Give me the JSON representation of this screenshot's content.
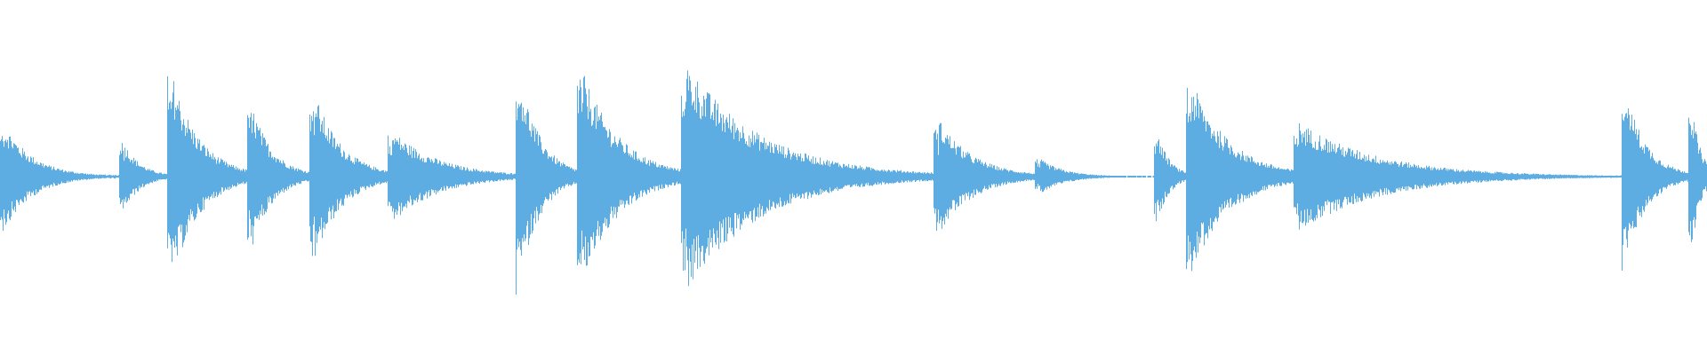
{
  "waveform": {
    "color": "#5dade2",
    "background": "#ffffff",
    "transients": [
      {
        "t": 0.0,
        "amp": 0.5,
        "decay": 95,
        "tail": 0.42
      },
      {
        "t": 0.07,
        "amp": 0.37,
        "decay": 55,
        "tail": 0.3
      },
      {
        "t": 0.098,
        "amp": 1.0,
        "decay": 90,
        "tail": 0.4
      },
      {
        "t": 0.145,
        "amp": 0.72,
        "decay": 70,
        "tail": 0.38
      },
      {
        "t": 0.181,
        "amp": 0.82,
        "decay": 90,
        "tail": 0.4
      },
      {
        "t": 0.227,
        "amp": 0.42,
        "decay": 150,
        "tail": 0.3
      },
      {
        "t": 0.302,
        "amp": 1.0,
        "decay": 70,
        "tail": 0.38
      },
      {
        "t": 0.338,
        "amp": 1.0,
        "decay": 120,
        "tail": 0.38
      },
      {
        "t": 0.399,
        "amp": 1.0,
        "decay": 240,
        "tail": 0.32
      },
      {
        "t": 0.547,
        "amp": 0.55,
        "decay": 110,
        "tail": 0.25
      },
      {
        "t": 0.606,
        "amp": 0.18,
        "decay": 80,
        "tail": 0.22
      },
      {
        "t": 0.676,
        "amp": 0.48,
        "decay": 40,
        "tail": 0.32
      },
      {
        "t": 0.695,
        "amp": 0.9,
        "decay": 125,
        "tail": 0.38
      },
      {
        "t": 0.758,
        "amp": 0.48,
        "decay": 260,
        "tail": 0.3
      },
      {
        "t": 0.95,
        "amp": 0.85,
        "decay": 70,
        "tail": 0.38
      },
      {
        "t": 0.989,
        "amp": 0.82,
        "decay": 30,
        "tail": 0.38
      }
    ]
  }
}
